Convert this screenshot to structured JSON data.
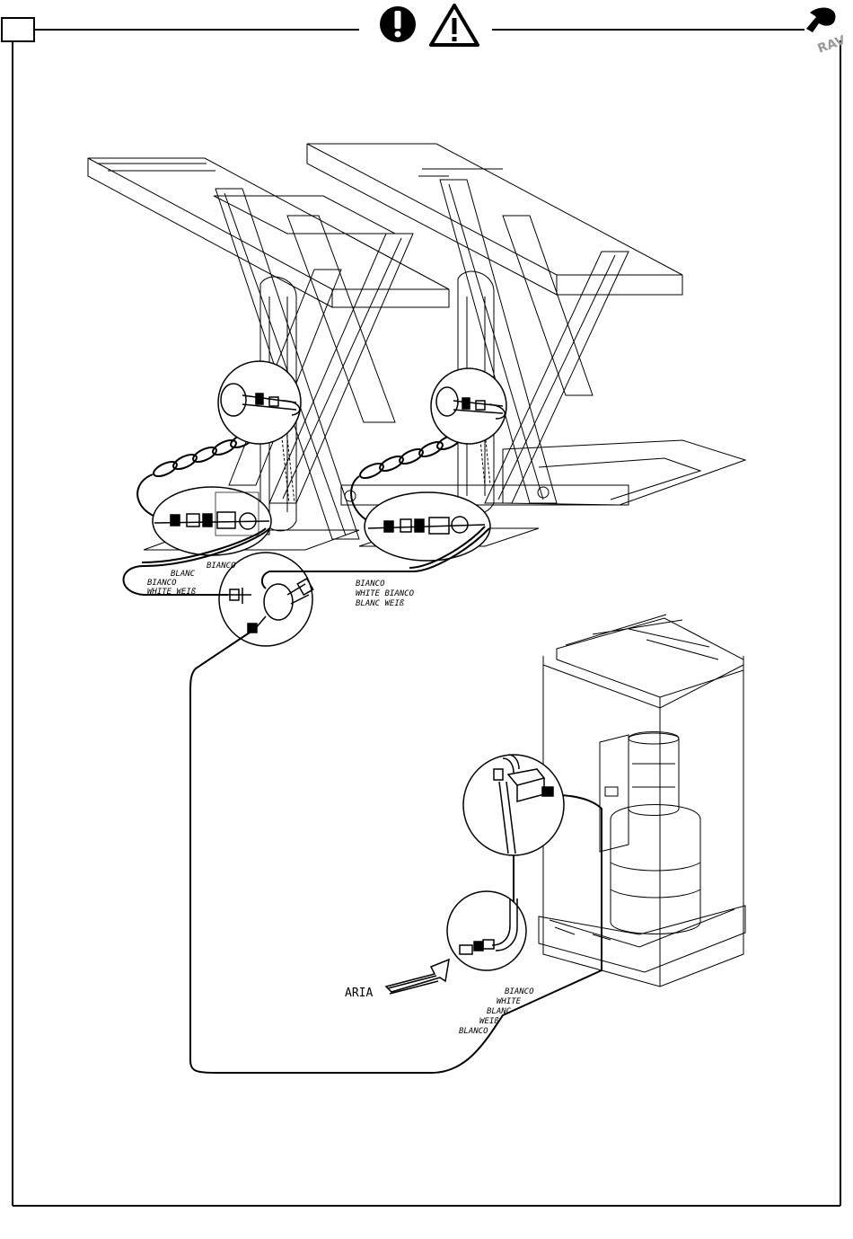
{
  "header": {
    "mandatory_icon": "exclamation-circle-icon",
    "warning_icon": "warning-triangle-icon",
    "brand_logo": "ravaglioli-logo"
  },
  "labels": {
    "left_hose": [
      "BIANCO",
      "BLANC",
      "BIANCO",
      "WHITE  WEIß"
    ],
    "center_hose": [
      "BIANCO",
      "WHITE  BIANCO",
      "BLANC  WEIß"
    ],
    "lower_hose": [
      "BIANCO",
      "WHITE",
      "BLANC",
      "WEIß",
      "BLANCO"
    ],
    "air_inlet": "ARIA"
  }
}
